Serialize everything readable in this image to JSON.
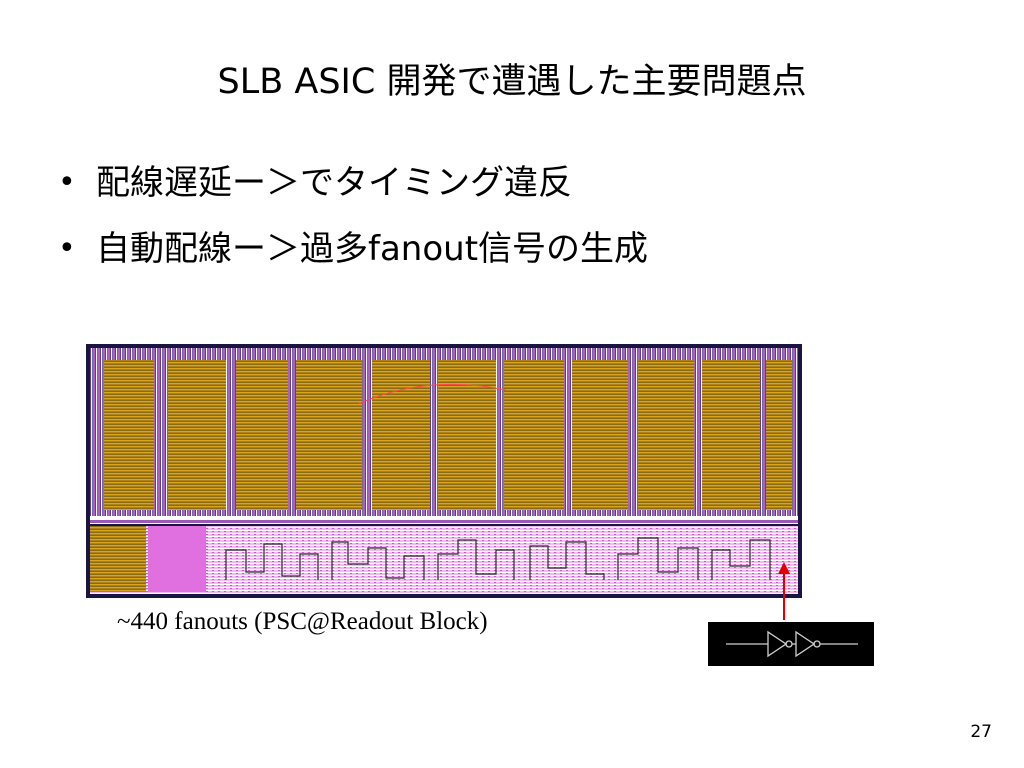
{
  "slide": {
    "title": "SLB ASIC 開発で遭遇した主要問題点",
    "bullets": [
      {
        "marker": "•",
        "text": "配線遅延ー＞でタイミング違反"
      },
      {
        "marker": "•",
        "text": "自動配線ー＞過多fanout信号の生成"
      }
    ],
    "caption": "~440 fanouts (PSC@Readout Block)",
    "page_number": "27"
  },
  "colors": {
    "background": "#ffffff",
    "layout_gold": "#b8860b",
    "layout_magenta": "#e070e0",
    "arrow_red": "#e00000",
    "inverter_box": "#000000"
  },
  "icons": {
    "pointer": "red-arrow-icon",
    "circuit": "buffer-chain-icon"
  }
}
